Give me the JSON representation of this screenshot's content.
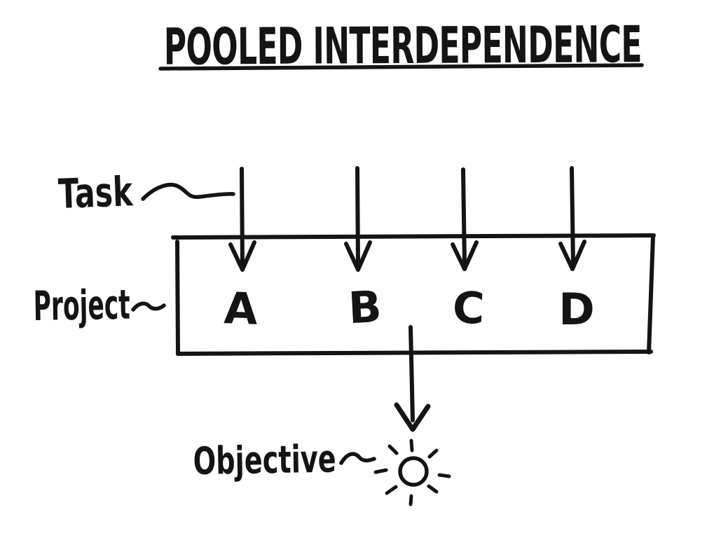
{
  "title": "POOLED INTERDEPENDENCE",
  "labels": {
    "task": "Task",
    "project": "Project",
    "objective": "Objective"
  },
  "box_items": [
    "A",
    "B",
    "C",
    "D"
  ],
  "icons": {
    "objective_symbol": "sun-icon"
  },
  "colors": {
    "ink": "#141414",
    "background": "#ffffff"
  }
}
